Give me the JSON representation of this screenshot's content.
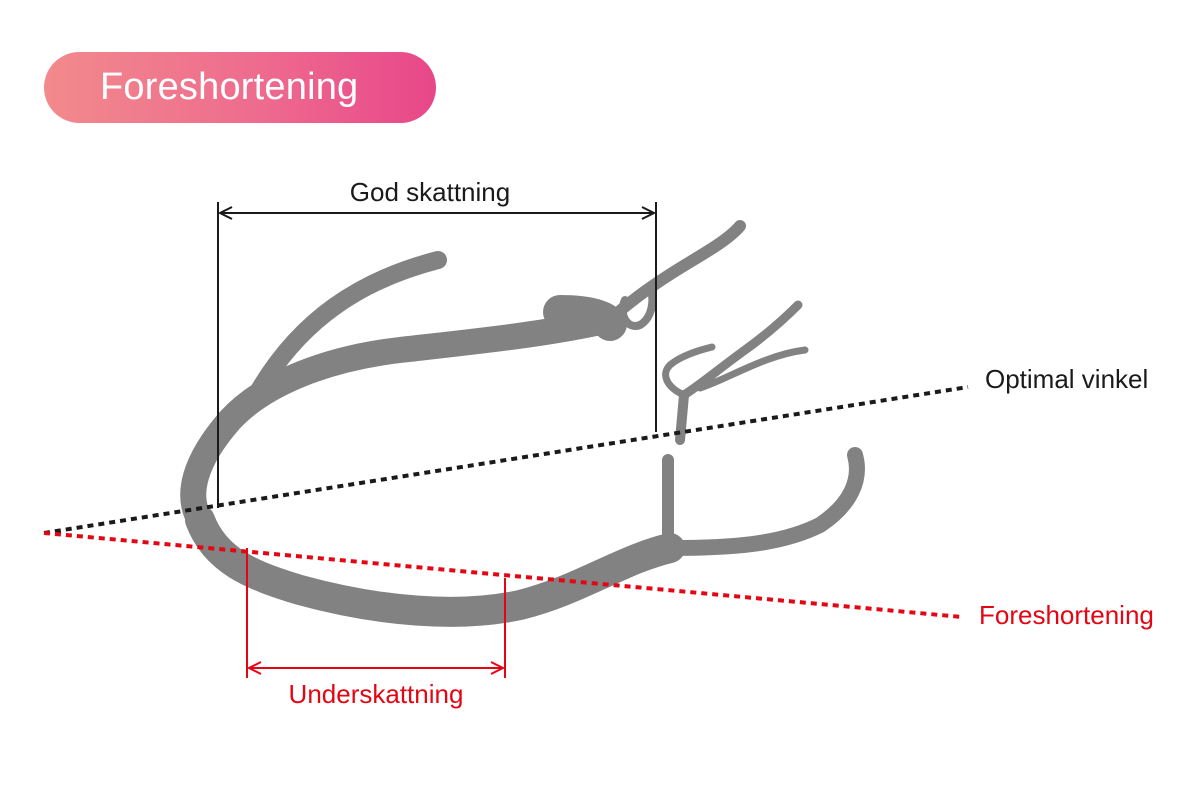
{
  "title": "Foreshortening",
  "labels": {
    "good_estimate": "God skattning",
    "optimal_angle": "Optimal vinkel",
    "foreshortening": "Foreshortening",
    "underestimate": "Underskattning"
  },
  "colors": {
    "vessel": "#828282",
    "black_line": "#1a1a1a",
    "red_line": "#e30613",
    "pill_start": "#f28a8c",
    "pill_end": "#e8478a"
  }
}
